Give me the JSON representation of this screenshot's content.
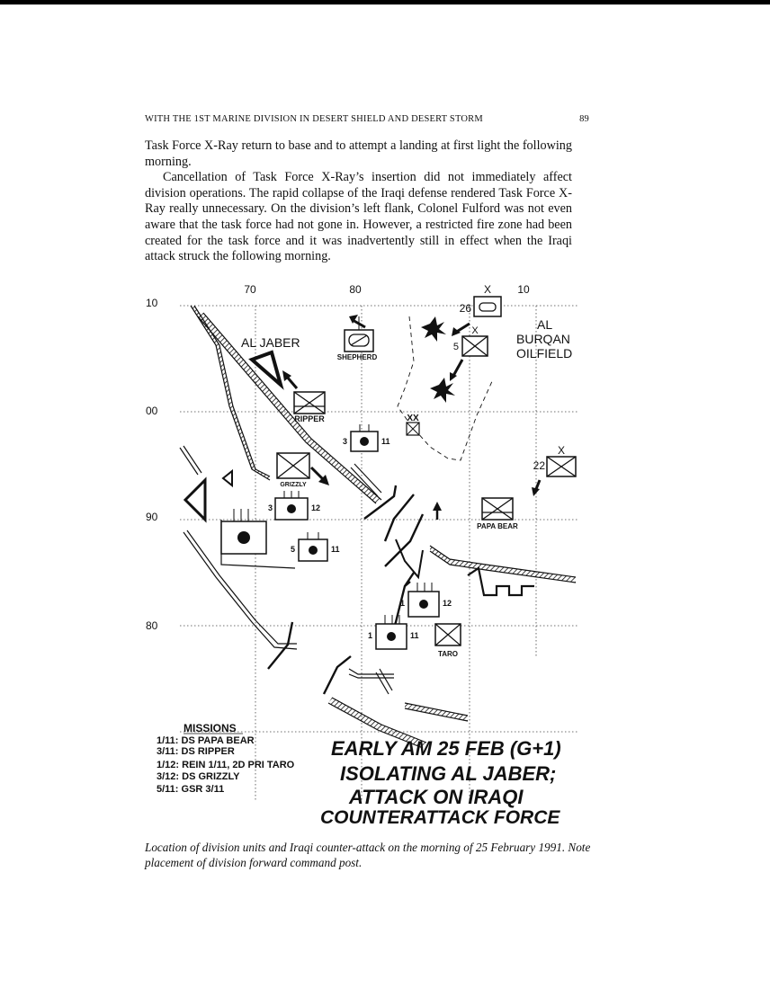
{
  "header": {
    "running_title": "WITH THE 1ST MARINE DIVISION IN DESERT SHIELD AND DESERT STORM",
    "page_number": "89"
  },
  "body": {
    "para1": "Task Force X-Ray return to base and to attempt a landing at first light the following morning.",
    "para2": "Cancellation of Task Force X-Ray’s insertion did not immediately affect division operations. The rapid collapse of the Iraqi defense rendered Task Force X-Ray really unnecessary. On the division’s left flank, Colonel Fulford was not even aware that the task force had not gone in. However, a restricted fire zone had been created for the task force and it was inadvertently still in effect when the Iraqi attack struck the following morning."
  },
  "map": {
    "grid_top_labels": [
      "70",
      "80",
      "10"
    ],
    "grid_left_labels": [
      "10",
      "00",
      "90",
      "80"
    ],
    "places": {
      "al_jaber": "AL JABER",
      "al_burqan": [
        "AL",
        "BURQAN",
        "OILFIELD"
      ]
    },
    "units": {
      "shepherd": "SHEPHERD",
      "ripper": "RIPPER",
      "grizzly": "GRIZZLY",
      "papa_bear": "PAPA BEAR",
      "taro": "TARO",
      "cmd_num": "26",
      "unit_5": "5",
      "unit_22": "22",
      "echelon_x": "X",
      "echelon_xx": "XX"
    },
    "artillery": {
      "a1": {
        "left": "3",
        "right": "11"
      },
      "a2": {
        "left": "3",
        "right": "12"
      },
      "a3": {
        "left": "5",
        "right": "11"
      },
      "a4": {
        "left": "1",
        "right": "12"
      },
      "a5": {
        "left": "1",
        "right": "11"
      }
    },
    "missions_title": "MISSIONS",
    "missions": [
      "1/11: DS PAPA BEAR",
      "3/11: DS RIPPER",
      "1/12: REIN 1/11, 2D PRI TARO",
      "3/12: DS GRIZZLY",
      "5/11: GSR 3/11"
    ],
    "big_title": [
      "EARLY AM 25 FEB (G+1)",
      "ISOLATING AL JABER;",
      "ATTACK ON IRAQI",
      "COUNTERATTACK FORCE"
    ]
  },
  "caption": "Location of division units and Iraqi counter-attack on the morning of 25 February 1991. Note placement of division forward command post."
}
